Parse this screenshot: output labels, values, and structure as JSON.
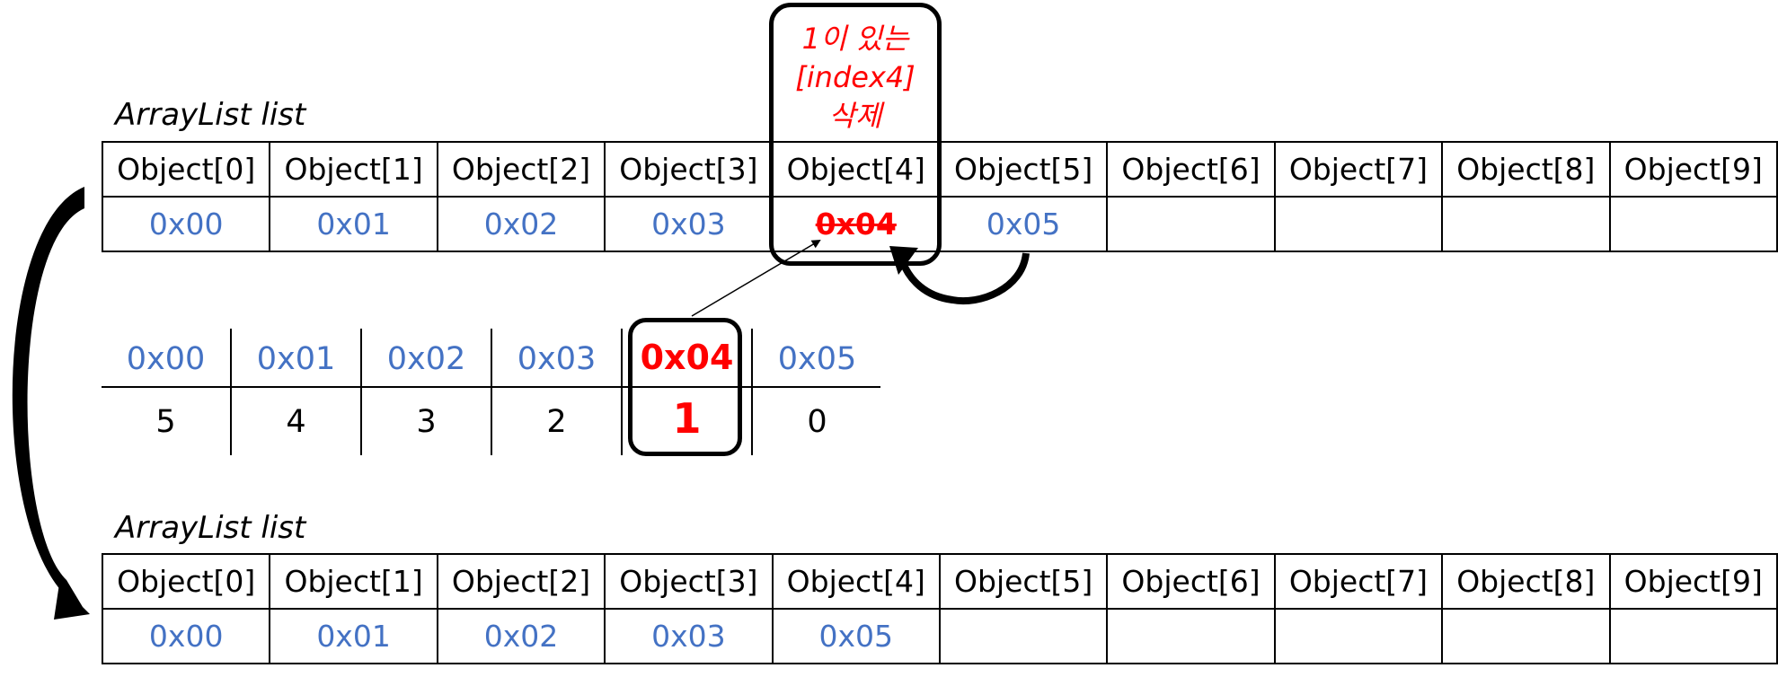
{
  "top_array": {
    "title": "ArrayList list",
    "headers": [
      "Object[0]",
      "Object[1]",
      "Object[2]",
      "Object[3]",
      "Object[4]",
      "Object[5]",
      "Object[6]",
      "Object[7]",
      "Object[8]",
      "Object[9]"
    ],
    "addresses": [
      "0x00",
      "0x01",
      "0x02",
      "0x03",
      "0x04",
      "0x05",
      "",
      "",
      "",
      ""
    ],
    "deleted_index": 4
  },
  "note": {
    "line1": "1이 있는",
    "line2": "[index4]",
    "line3": "삭제"
  },
  "stack": {
    "addresses": [
      "0x00",
      "0x01",
      "0x02",
      "0x03",
      "0x04",
      "0x05"
    ],
    "values": [
      "5",
      "4",
      "3",
      "2",
      "1",
      "0"
    ],
    "highlight_index": 4
  },
  "bottom_array": {
    "title": "ArrayList list",
    "headers": [
      "Object[0]",
      "Object[1]",
      "Object[2]",
      "Object[3]",
      "Object[4]",
      "Object[5]",
      "Object[6]",
      "Object[7]",
      "Object[8]",
      "Object[9]"
    ],
    "addresses": [
      "0x00",
      "0x01",
      "0x02",
      "0x03",
      "0x05",
      "",
      "",
      "",
      "",
      ""
    ]
  },
  "colors": {
    "address_blue": "#4472c4",
    "highlight_red": "#ff0000",
    "line_black": "#000000"
  }
}
